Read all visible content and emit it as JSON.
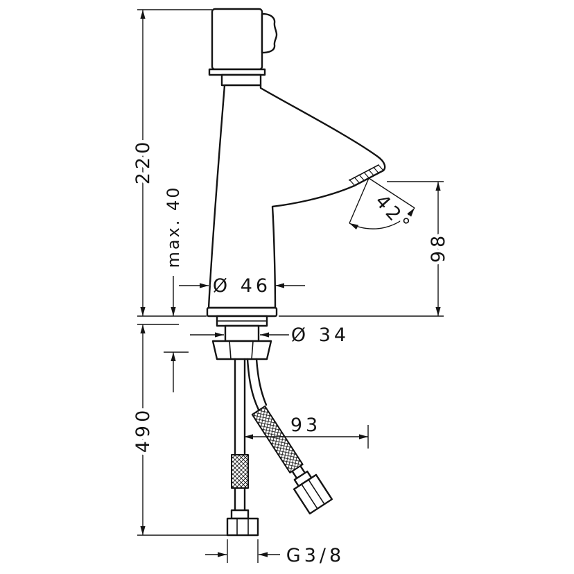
{
  "drawing": {
    "type": "technical dimension drawing",
    "subject": "single-lever basin mixer tap, side elevation with mounting hardware and flexible supply hoses",
    "line_color": "#141414",
    "background": "#ffffff"
  },
  "dimensions": {
    "overall_height": {
      "label": "220",
      "meaning": "height of tap above mounting surface"
    },
    "max_thickness": {
      "label": "max. 40",
      "meaning": "maximum mounting deck thickness"
    },
    "base_diameter": {
      "label": "Ø 46",
      "meaning": "base diameter"
    },
    "shank_diameter": {
      "label": "Ø 34",
      "meaning": "mounting shank diameter"
    },
    "spray_angle": {
      "label": "42°",
      "meaning": "aerator spray angle"
    },
    "spout_height": {
      "label": "98",
      "meaning": "spout outlet height above deck"
    },
    "hose_length": {
      "label": "490",
      "meaning": "supply hose length below deck"
    },
    "hose_offset": {
      "label": "93",
      "meaning": "horizontal hose offset"
    },
    "thread_size": {
      "label": "G3/8",
      "meaning": "supply hose connection thread"
    }
  }
}
